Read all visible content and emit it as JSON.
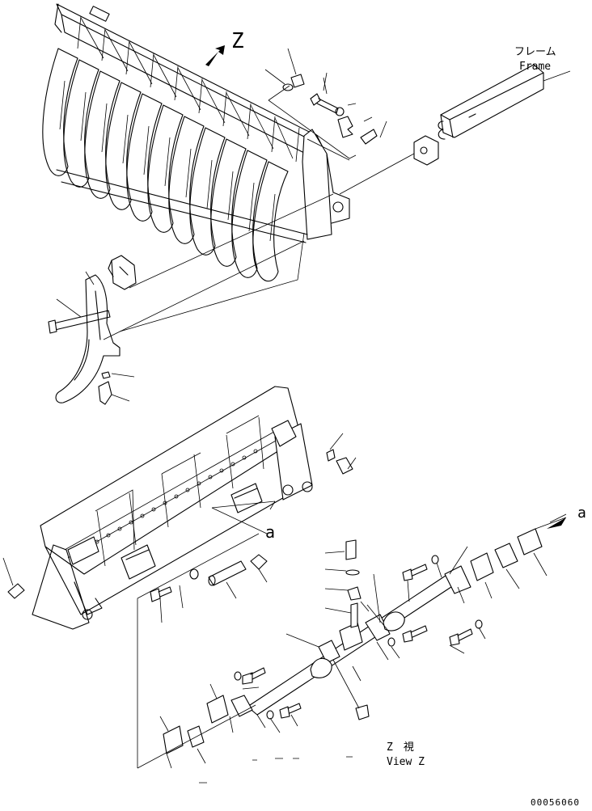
{
  "labels": {
    "view_marker": "Z",
    "frame_jp": "フレーム",
    "frame_en": "Frame",
    "ref_a_top": "a",
    "ref_a_mid": "a",
    "view_z_jp": "Z　視",
    "view_z_en": "View Z",
    "drawing_number": "00056060"
  },
  "colors": {
    "ink": "#000000",
    "paper": "#ffffff"
  }
}
